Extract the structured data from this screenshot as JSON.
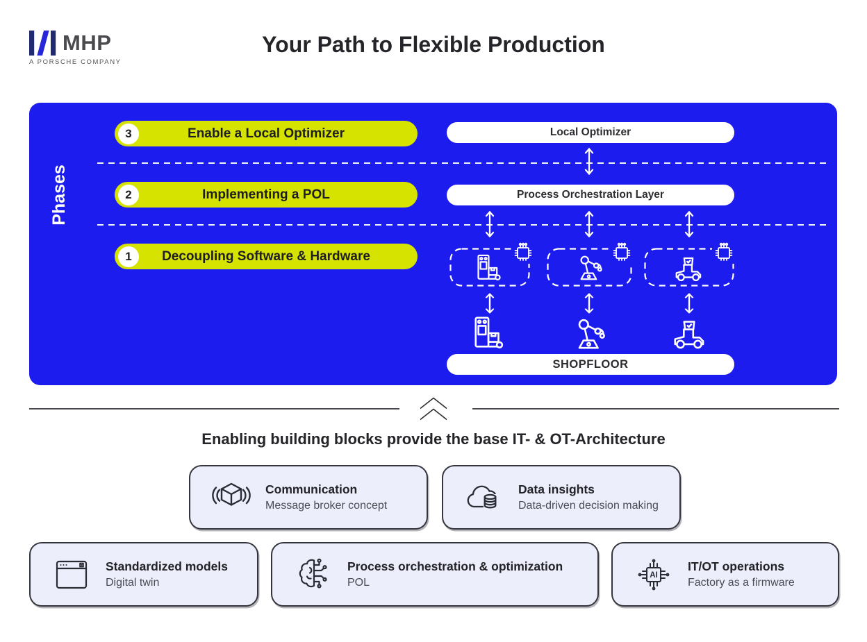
{
  "colors": {
    "panel_blue": "#1D1CEE",
    "pill_yellow": "#D6E300",
    "card_bg": "#ECEEFB",
    "logo_navy": "#1F2B6E",
    "logo_blue": "#2727D9"
  },
  "header": {
    "brand": "MHP",
    "tagline": "A PORSCHE COMPANY",
    "title": "Your Path to Flexible Production"
  },
  "phases_panel": {
    "axis_label": "Phases",
    "phases": [
      {
        "number": "3",
        "label": "Enable a Local Optimizer"
      },
      {
        "number": "2",
        "label": "Implementing a POL"
      },
      {
        "number": "1",
        "label": "Decoupling Software & Hardware"
      }
    ],
    "layers": {
      "local_optimizer": "Local Optimizer",
      "pol": "Process Orchestration Layer",
      "shopfloor": "SHOPFLOOR"
    },
    "machine_icons": [
      "packaging-machine-icon",
      "robot-arm-icon",
      "agv-tugger-icon"
    ],
    "chip_icon": "chip-icon",
    "arrow_icon": "bidirectional-arrow-icon"
  },
  "building_blocks": {
    "heading": "Enabling building blocks provide the base IT- & OT-Architecture",
    "cards": [
      {
        "icon": "cube-broadcast-icon",
        "title": "Communication",
        "subtitle": "Message broker concept"
      },
      {
        "icon": "cloud-database-icon",
        "title": "Data insights",
        "subtitle": "Data-driven decision making"
      },
      {
        "icon": "browser-window-icon",
        "title": "Standardized models",
        "subtitle": "Digital twin"
      },
      {
        "icon": "brain-circuit-icon",
        "title": "Process orchestration & optimization",
        "subtitle": "POL"
      },
      {
        "icon": "ai-chip-icon",
        "icon_label": "AI",
        "title": "IT/OT operations",
        "subtitle": "Factory as a firmware"
      }
    ]
  }
}
